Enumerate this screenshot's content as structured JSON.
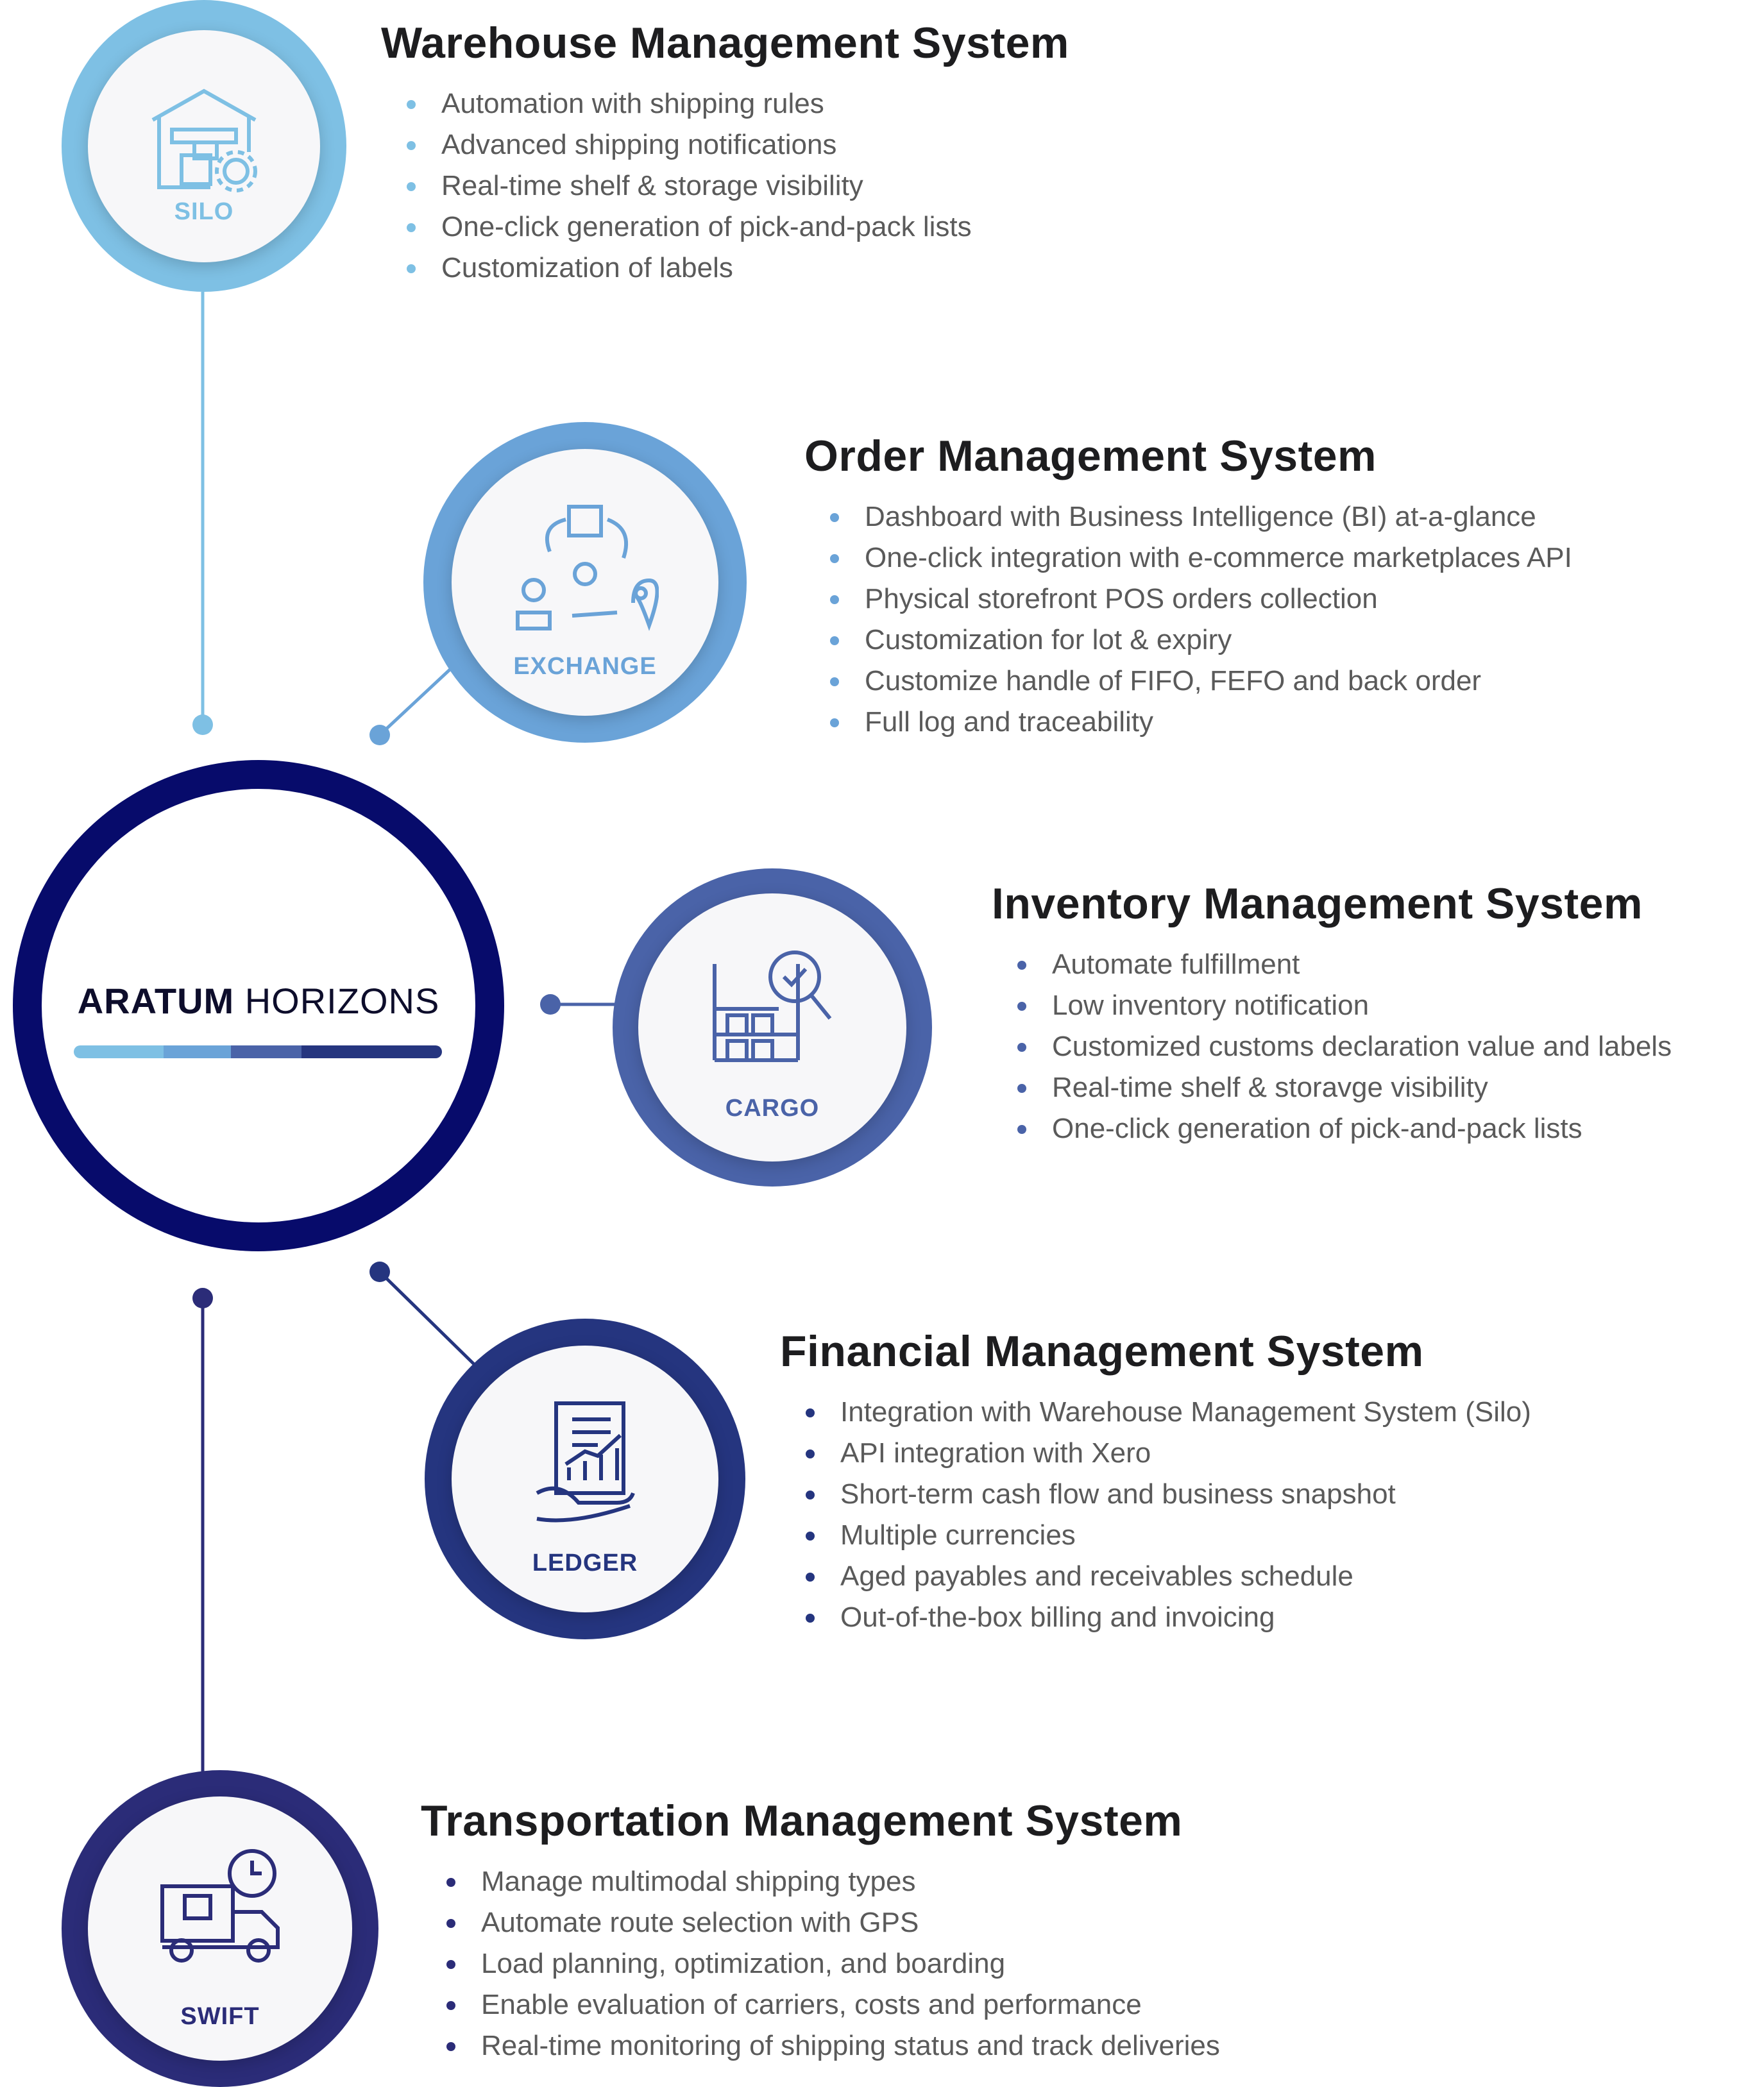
{
  "brand": {
    "name_bold": "ARATUM",
    "name_regular": " HORIZONS"
  },
  "colors": {
    "silo": "#7ec0e4",
    "exchange": "#6aa3d8",
    "cargo": "#4a63a8",
    "ledger": "#25357f",
    "swift": "#2b2c78",
    "center": "#070b6b",
    "text": "#5a5a5a",
    "title": "#1d1d1f"
  },
  "modules": [
    {
      "label": "SILO",
      "icon": "warehouse-gear-icon",
      "title": "Warehouse Management System",
      "items": [
        "Automation with shipping rules",
        "Advanced shipping notifications",
        "Real-time shelf & storage visibility",
        "One-click generation of pick-and-pack lists",
        "Customization of labels"
      ]
    },
    {
      "label": "EXCHANGE",
      "icon": "order-cycle-icon",
      "title": "Order Management System",
      "items": [
        "Dashboard with Business Intelligence (BI) at-a-glance",
        "One-click integration with e-commerce marketplaces API",
        "Physical storefront POS orders collection",
        "Customization for lot & expiry",
        "Customize handle of FIFO, FEFO and back order",
        "Full log and traceability"
      ]
    },
    {
      "label": "CARGO",
      "icon": "inventory-search-icon",
      "title": "Inventory Management System",
      "items": [
        "Automate fulfillment",
        "Low inventory notification",
        "Customized customs declaration value and labels",
        "Real-time shelf & storavge visibility",
        "One-click generation of pick-and-pack lists"
      ]
    },
    {
      "label": "LEDGER",
      "icon": "financial-report-icon",
      "title": "Financial Management System",
      "items": [
        "Integration with Warehouse Management System (Silo)",
        "API integration with Xero",
        "Short-term cash flow and business snapshot",
        "Multiple currencies",
        "Aged payables and receivables schedule",
        "Out-of-the-box billing and invoicing"
      ]
    },
    {
      "label": "SWIFT",
      "icon": "delivery-truck-clock-icon",
      "title": "Transportation Management System",
      "items": [
        "Manage multimodal shipping types",
        "Automate route selection with GPS",
        "Load planning, optimization, and boarding",
        "Enable evaluation of carriers, costs and performance",
        "Real-time monitoring of shipping status and track deliveries"
      ]
    }
  ]
}
